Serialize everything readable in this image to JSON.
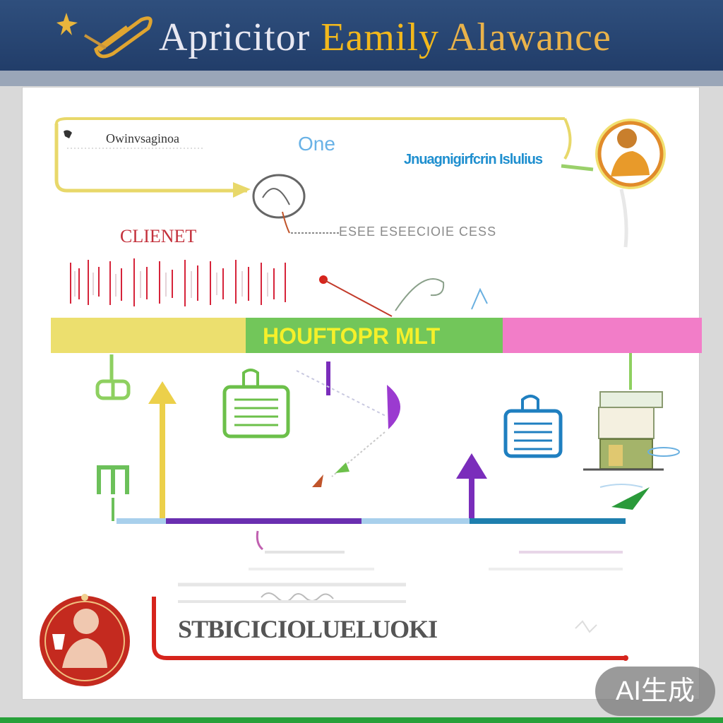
{
  "header": {
    "title_word1": "Apricitor",
    "title_word2": "Eamily",
    "title_word3": "Alawance"
  },
  "diagram": {
    "top_box_text": "Owinvsaginoa",
    "one_label": "One",
    "blue_label": "Jnuagnigirfcrin Islulius",
    "client_label": "CLIENET",
    "dotted_label": "ESEE ESEECIOIE CESS",
    "band_label": "HOUFTOPR MLT",
    "bottom_label": "STBICICIOLUELUOKI"
  },
  "watermark": {
    "label": "AI生成"
  },
  "colors": {
    "header": "#2f4f7d",
    "gold": "#f2b81c",
    "yellow_band": "#ecdf6e",
    "green_band": "#72c65a",
    "pink_band": "#f27dc8",
    "purple": "#7a2dbb",
    "red": "#d6241c",
    "blue": "#1f8fcf"
  },
  "icons": [
    "star-icon",
    "clip-logo-icon",
    "person-avatar-icon",
    "lightbulb-icon",
    "document-icon",
    "calendar-icon",
    "building-icon",
    "arrow-up-icon",
    "signature-icon"
  ]
}
